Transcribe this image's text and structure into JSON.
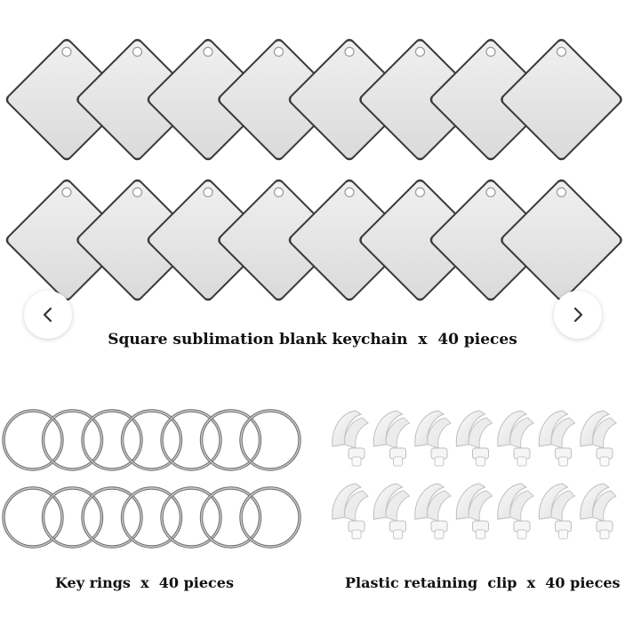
{
  "carousel": {
    "prev_icon": "chevron-left-icon",
    "next_icon": "chevron-right-icon"
  },
  "captions": {
    "keychain": "Square sublimation blank keychain  x  40 pieces",
    "key_rings": "Key rings  x  40 pieces",
    "clips": "Plastic retaining  clip  x  40 pieces"
  },
  "colors": {
    "background": "#ffffff",
    "blank_fill": "#e5e5e5",
    "blank_edge": "#3a3a3a",
    "ring_stroke": "#8c8c8c",
    "clip_fill": "#f2f2f2",
    "text": "#111111"
  }
}
